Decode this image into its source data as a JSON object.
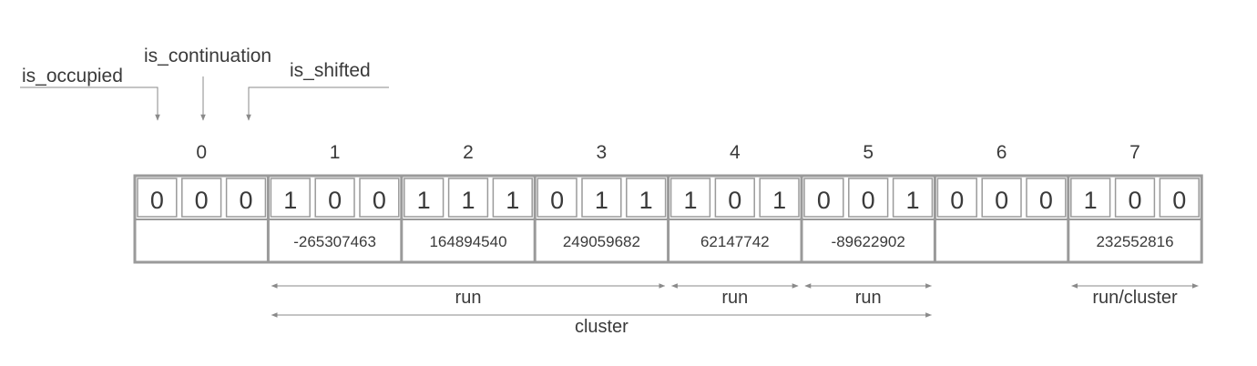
{
  "flag_labels": {
    "is_occupied": "is_occupied",
    "is_continuation": "is_continuation",
    "is_shifted": "is_shifted"
  },
  "slots": [
    {
      "index": "0",
      "bits": [
        "0",
        "0",
        "0"
      ],
      "remainder": ""
    },
    {
      "index": "1",
      "bits": [
        "1",
        "0",
        "0"
      ],
      "remainder": "-265307463"
    },
    {
      "index": "2",
      "bits": [
        "1",
        "1",
        "1"
      ],
      "remainder": "164894540"
    },
    {
      "index": "3",
      "bits": [
        "0",
        "1",
        "1"
      ],
      "remainder": "249059682"
    },
    {
      "index": "4",
      "bits": [
        "1",
        "0",
        "1"
      ],
      "remainder": "62147742"
    },
    {
      "index": "5",
      "bits": [
        "0",
        "0",
        "1"
      ],
      "remainder": "-89622902"
    },
    {
      "index": "6",
      "bits": [
        "0",
        "0",
        "0"
      ],
      "remainder": ""
    },
    {
      "index": "7",
      "bits": [
        "1",
        "0",
        "0"
      ],
      "remainder": "232552816"
    }
  ],
  "spans": [
    {
      "label": "run",
      "from_slot": 1,
      "to_slot": 3,
      "row": 1
    },
    {
      "label": "run",
      "from_slot": 4,
      "to_slot": 4,
      "row": 1
    },
    {
      "label": "run",
      "from_slot": 5,
      "to_slot": 5,
      "row": 1
    },
    {
      "label": "run/cluster",
      "from_slot": 7,
      "to_slot": 7,
      "row": 1
    },
    {
      "label": "cluster",
      "from_slot": 1,
      "to_slot": 5,
      "row": 2
    }
  ],
  "colors": {
    "line": "#8a8a8a",
    "border": "#9a9a9a",
    "text": "#3a3a3a"
  }
}
